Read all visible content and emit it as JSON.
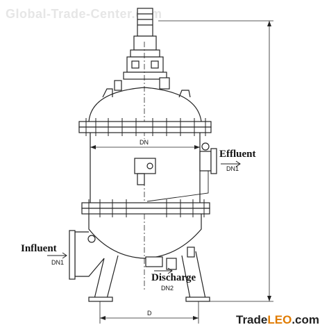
{
  "watermark": "Global-Trade-Center.com",
  "labels": {
    "effluent": "Effluent",
    "effluent_size": "DN1",
    "influent": "Influent",
    "influent_size": "DN1",
    "discharge": "Discharge",
    "discharge_size": "DN2",
    "body_diameter": "DN",
    "base_diameter": "D"
  },
  "brand": {
    "part1": "Trade",
    "part2": "LEO",
    "part3": ".com"
  }
}
